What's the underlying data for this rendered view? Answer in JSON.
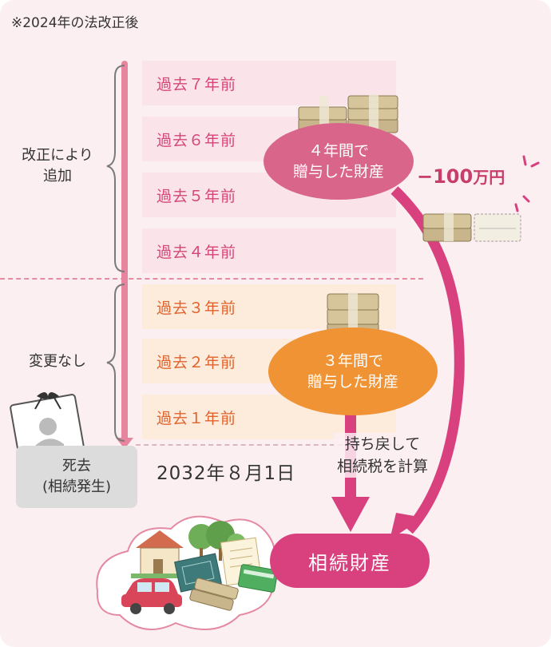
{
  "note": "※2024年の法改正後",
  "years": [
    {
      "label": "過去７年前",
      "group": "added"
    },
    {
      "label": "過去６年前",
      "group": "added"
    },
    {
      "label": "過去５年前",
      "group": "added"
    },
    {
      "label": "過去４年前",
      "group": "added"
    },
    {
      "label": "過去３年前",
      "group": "unchanged"
    },
    {
      "label": "過去２年前",
      "group": "unchanged"
    },
    {
      "label": "過去１年前",
      "group": "unchanged"
    }
  ],
  "side_labels": {
    "added": [
      "改正により",
      "追加"
    ],
    "unchanged": "変更なし"
  },
  "bubbles": {
    "four_year": [
      "４年間で",
      "贈与した財産"
    ],
    "three_year": [
      "３年間で",
      "贈与した財産"
    ]
  },
  "deduction": {
    "minus": "−",
    "amount": "100",
    "unit": "万円"
  },
  "death": {
    "line1": "死去",
    "line2": "(相続発生)"
  },
  "date": "2032年８月1日",
  "calc_note": [
    "持ち戻して",
    "相続税を計算"
  ],
  "estate": "相続財産",
  "illustration_icons": [
    "money-bundle-icon",
    "house-icon",
    "trees-icon",
    "car-icon",
    "stock-certificate-icon",
    "bank-passbook-icon",
    "document-icon",
    "portrait-frame-icon"
  ],
  "colors": {
    "background": "#fbeff2",
    "timeline": "#e7859e",
    "pink_row": "#fbe3ea",
    "pink_text": "#d64578",
    "orange_row": "#fdebdc",
    "orange_text": "#e2622b",
    "pink_bubble": "#d9668a",
    "orange_bubble": "#ef9334",
    "estate": "#d8417d",
    "arrow": "#d8417d"
  }
}
